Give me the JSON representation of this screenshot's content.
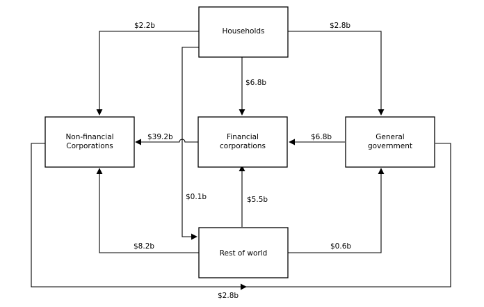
{
  "nodes": {
    "households": {
      "lines": [
        "Households"
      ]
    },
    "non_financial": {
      "lines": [
        "Non-financial",
        "Corporations"
      ]
    },
    "financial": {
      "lines": [
        "Financial",
        "corporations"
      ]
    },
    "general_government": {
      "lines": [
        "General",
        "government"
      ]
    },
    "rest_of_world": {
      "lines": [
        "Rest of world"
      ]
    }
  },
  "flows": {
    "hh_to_nonfin": "$2.2b",
    "hh_to_gov": "$2.8b",
    "hh_to_fin": "$6.8b",
    "fin_to_nonfin": "$39.2b",
    "gov_to_fin": "$6.8b",
    "hh_to_row": "$0.1b",
    "row_to_fin": "$5.5b",
    "row_to_nonfin": "$8.2b",
    "row_to_gov": "$0.6b",
    "gov_to_nonfin": "$2.8b"
  },
  "colors": {
    "line": "#000000",
    "background": "#ffffff"
  }
}
